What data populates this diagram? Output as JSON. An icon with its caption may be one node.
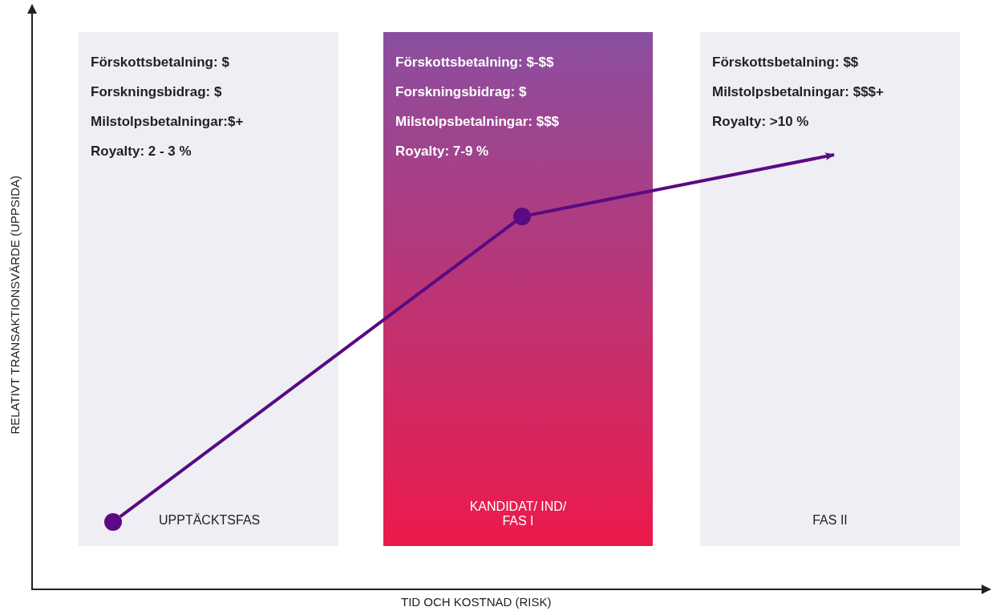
{
  "diagram": {
    "nodes": [
      {
        "text": [
          "Förskottsbetalning: $",
          "Forskningsbidrag: $",
          "Milstolpsbetalningar:$+",
          "Royalty: 2 - 3 %",
          "UPPTÄCKTSFAS"
        ]
      },
      {
        "text": [
          "Förskottsbetalning: $-$$",
          "Forskningsbidrag: $",
          "Milstolpsbetalningar: $$$",
          "Royalty: 7-9 %",
          "KANDIDAT/ IND/ FAS I"
        ]
      },
      {
        "text": [
          "Förskottsbetalning: $$",
          "Milstolpsbetalningar: $$$+",
          "Royalty: >10 %",
          "FAS II"
        ]
      },
      {
        "text": [],
        "shape": "circle",
        "in": 0
      },
      {
        "text": [],
        "shape": "circle",
        "in": 1
      }
    ],
    "edges": [
      {
        "from": 3,
        "to": 4,
        "arrow": "none"
      },
      {
        "from": 4,
        "to": 2,
        "arrow": "to"
      }
    ],
    "labels": [
      "RELATIVT TRANSAKTIONSVÄRDE (UPPSIDA)",
      "TID OCH KOSTNAD (RISK)"
    ]
  }
}
